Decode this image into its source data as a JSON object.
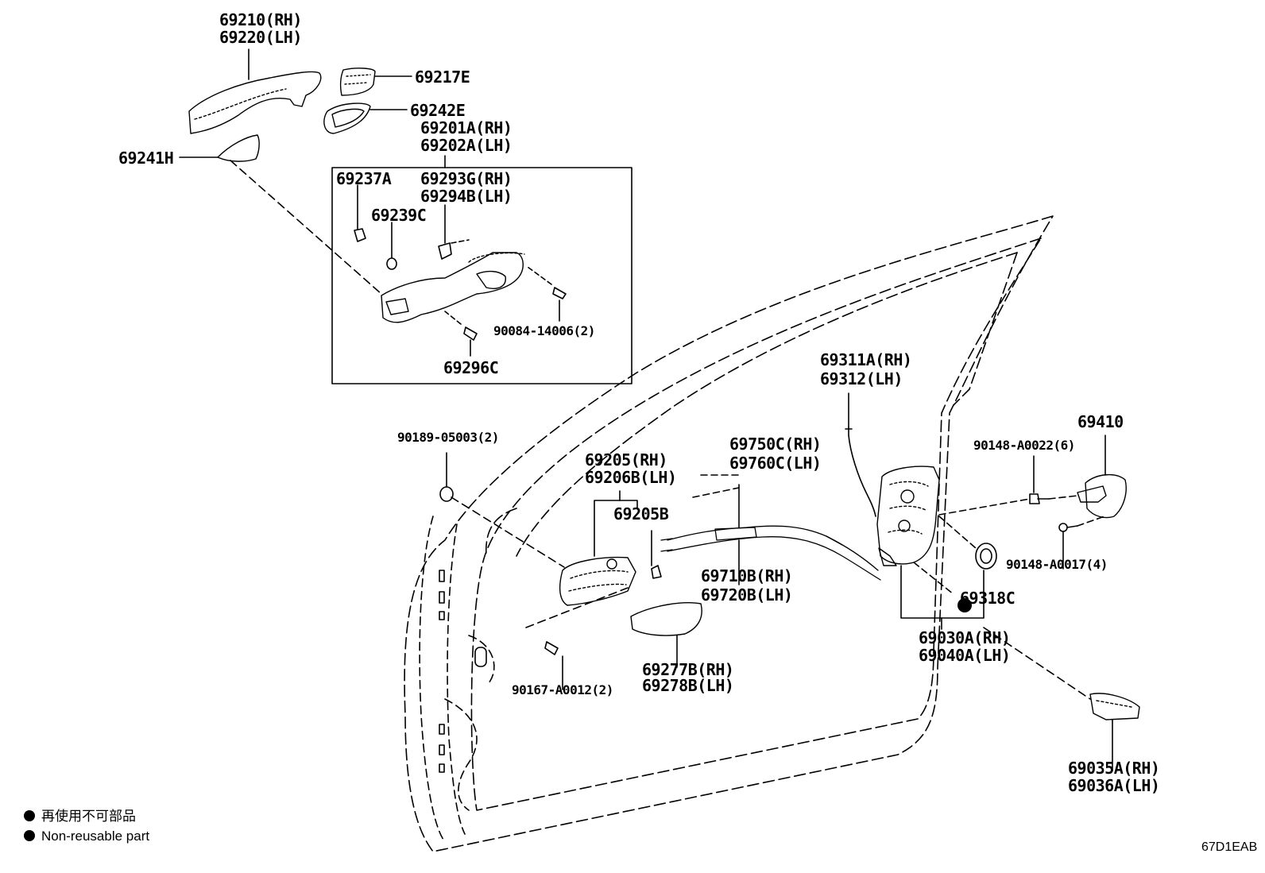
{
  "parts": {
    "p69210": "69210(RH)",
    "p69220": "69220(LH)",
    "p69217E": "69217E",
    "p69242E": "69242E",
    "p69241H": "69241H",
    "p69201A": "69201A(RH)",
    "p69202A": "69202A(LH)",
    "p69237A": "69237A",
    "p69293G": "69293G(RH)",
    "p69294B": "69294B(LH)",
    "p69239C": "69239C",
    "p90084": "90084-14006(2)",
    "p69296C": "69296C",
    "p69311A": "69311A(RH)",
    "p69312": "69312(LH)",
    "p69410": "69410",
    "p90148_22": "90148-A0022(6)",
    "p90148_17": "90148-A0017(4)",
    "p90189": "90189-05003(2)",
    "p69205": "69205(RH)",
    "p69206B": "69206B(LH)",
    "p69750C": "69750C(RH)",
    "p69760C": "69760C(LH)",
    "p69205B": "69205B",
    "p69710B": "69710B(RH)",
    "p69720B": "69720B(LH)",
    "p69318C": "69318C",
    "p69030A": "69030A(RH)",
    "p69040A": "69040A(LH)",
    "p90167": "90167-A0012(2)",
    "p69277B": "69277B(RH)",
    "p69278B": "69278B(LH)",
    "p69035A": "69035A(RH)",
    "p69036A": "69036A(LH)"
  },
  "legend": {
    "line_ja": "再使用不可部品",
    "line_en": "Non-reusable part"
  },
  "diagram_code": "67D1EAB",
  "colors": {
    "line": "#000000",
    "part_fill": "#ffffff",
    "background": "#ffffff"
  },
  "icons": {
    "non_reusable_marker": "filled-circle"
  }
}
